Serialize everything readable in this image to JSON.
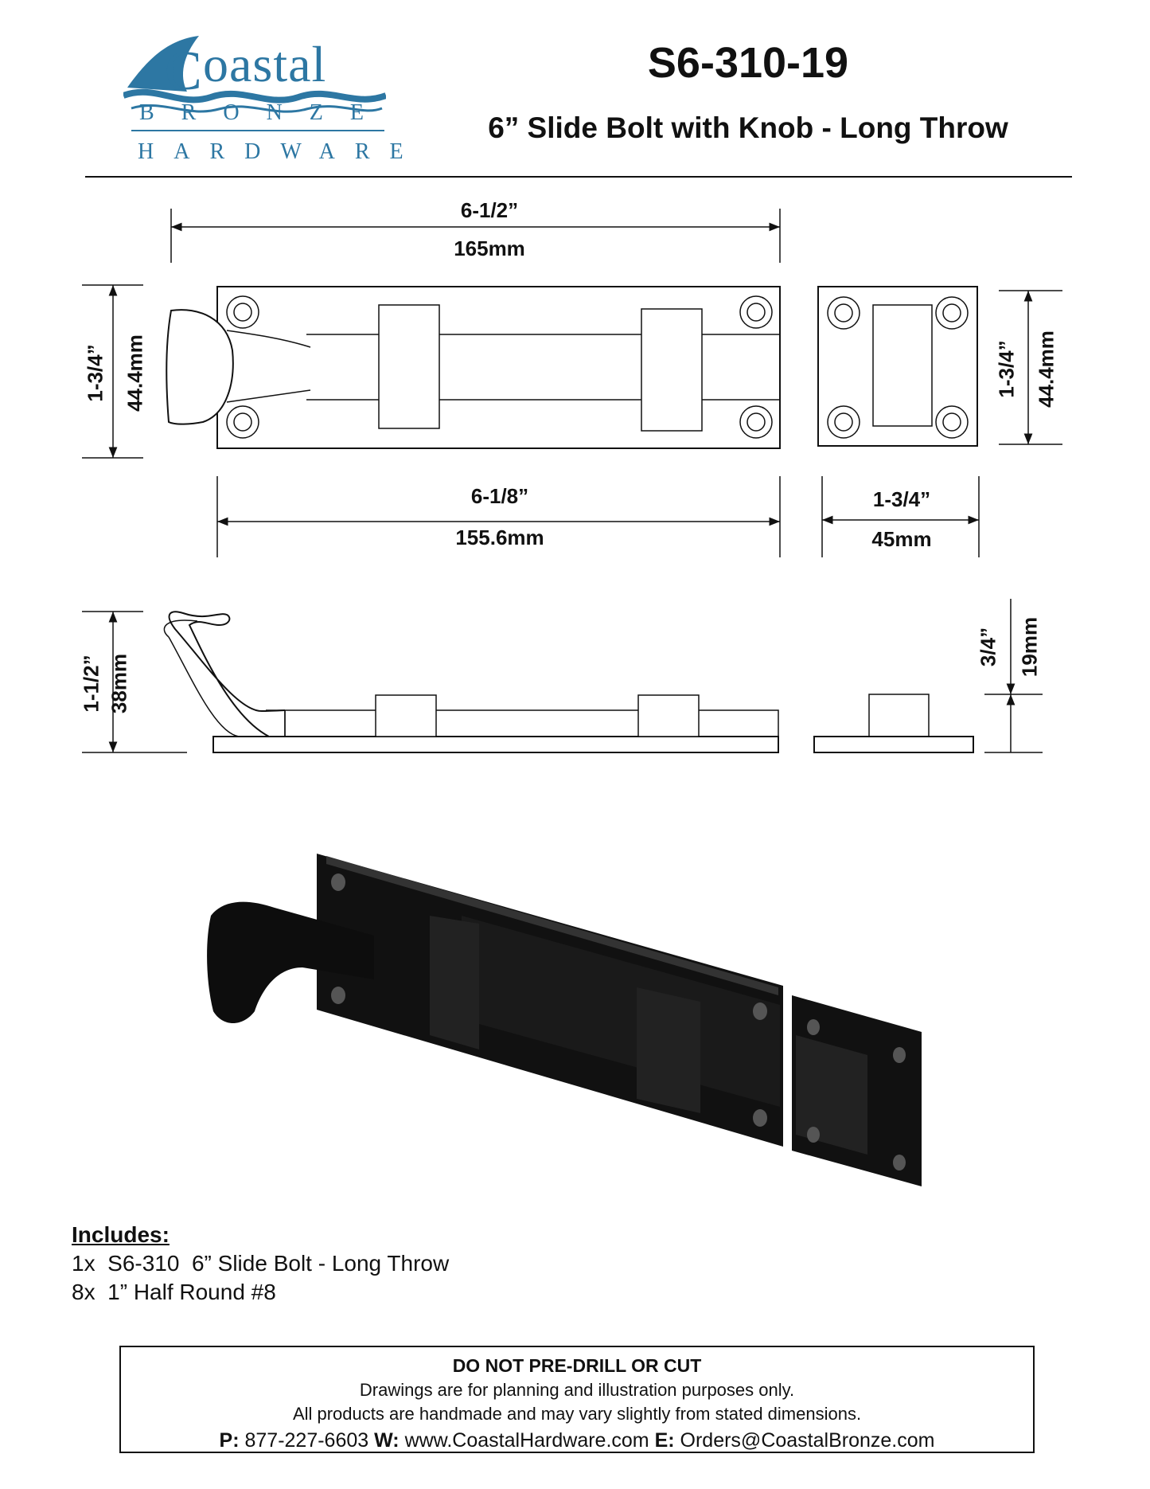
{
  "brand": {
    "name_main": "oastal",
    "name_initial": "C",
    "line2": "BRONZE",
    "line3": "HARDWARE",
    "color": "#2d77a3"
  },
  "header": {
    "sku": "S6-310-19",
    "title": "6” Slide Bolt with Knob - Long Throw"
  },
  "dimensions": {
    "overall_width_in": "6-1/2”",
    "overall_width_mm": "165mm",
    "plate_height_in": "1-3/4”",
    "plate_height_mm": "44.4mm",
    "keeper_height_in": "1-3/4”",
    "keeper_height_mm": "44.4mm",
    "plate_width_in": "6-1/8”",
    "plate_width_mm": "155.6mm",
    "keeper_width_in": "1-3/4”",
    "keeper_width_mm": "45mm",
    "side_height_in": "1-1/2”",
    "side_height_mm": "38mm",
    "keeper_side_height_in": "3/4”",
    "keeper_side_height_mm": "19mm"
  },
  "includes": {
    "title": "Includes:",
    "items": [
      {
        "qty": "1x",
        "text": "S6-310  6” Slide Bolt - Long Throw"
      },
      {
        "qty": "8x",
        "text": "1” Half Round #8"
      }
    ]
  },
  "notice": {
    "heading": "DO NOT PRE-DRILL OR CUT",
    "line1": "Drawings are for planning and illustration purposes only.",
    "line2": "All products are handmade and may vary slightly from stated dimensions.",
    "phone_label": "P:",
    "phone": "877-227-6603",
    "web_label": "W:",
    "web": "www.CoastalHardware.com",
    "email_label": "E:",
    "email": "Orders@CoastalBronze.com"
  }
}
